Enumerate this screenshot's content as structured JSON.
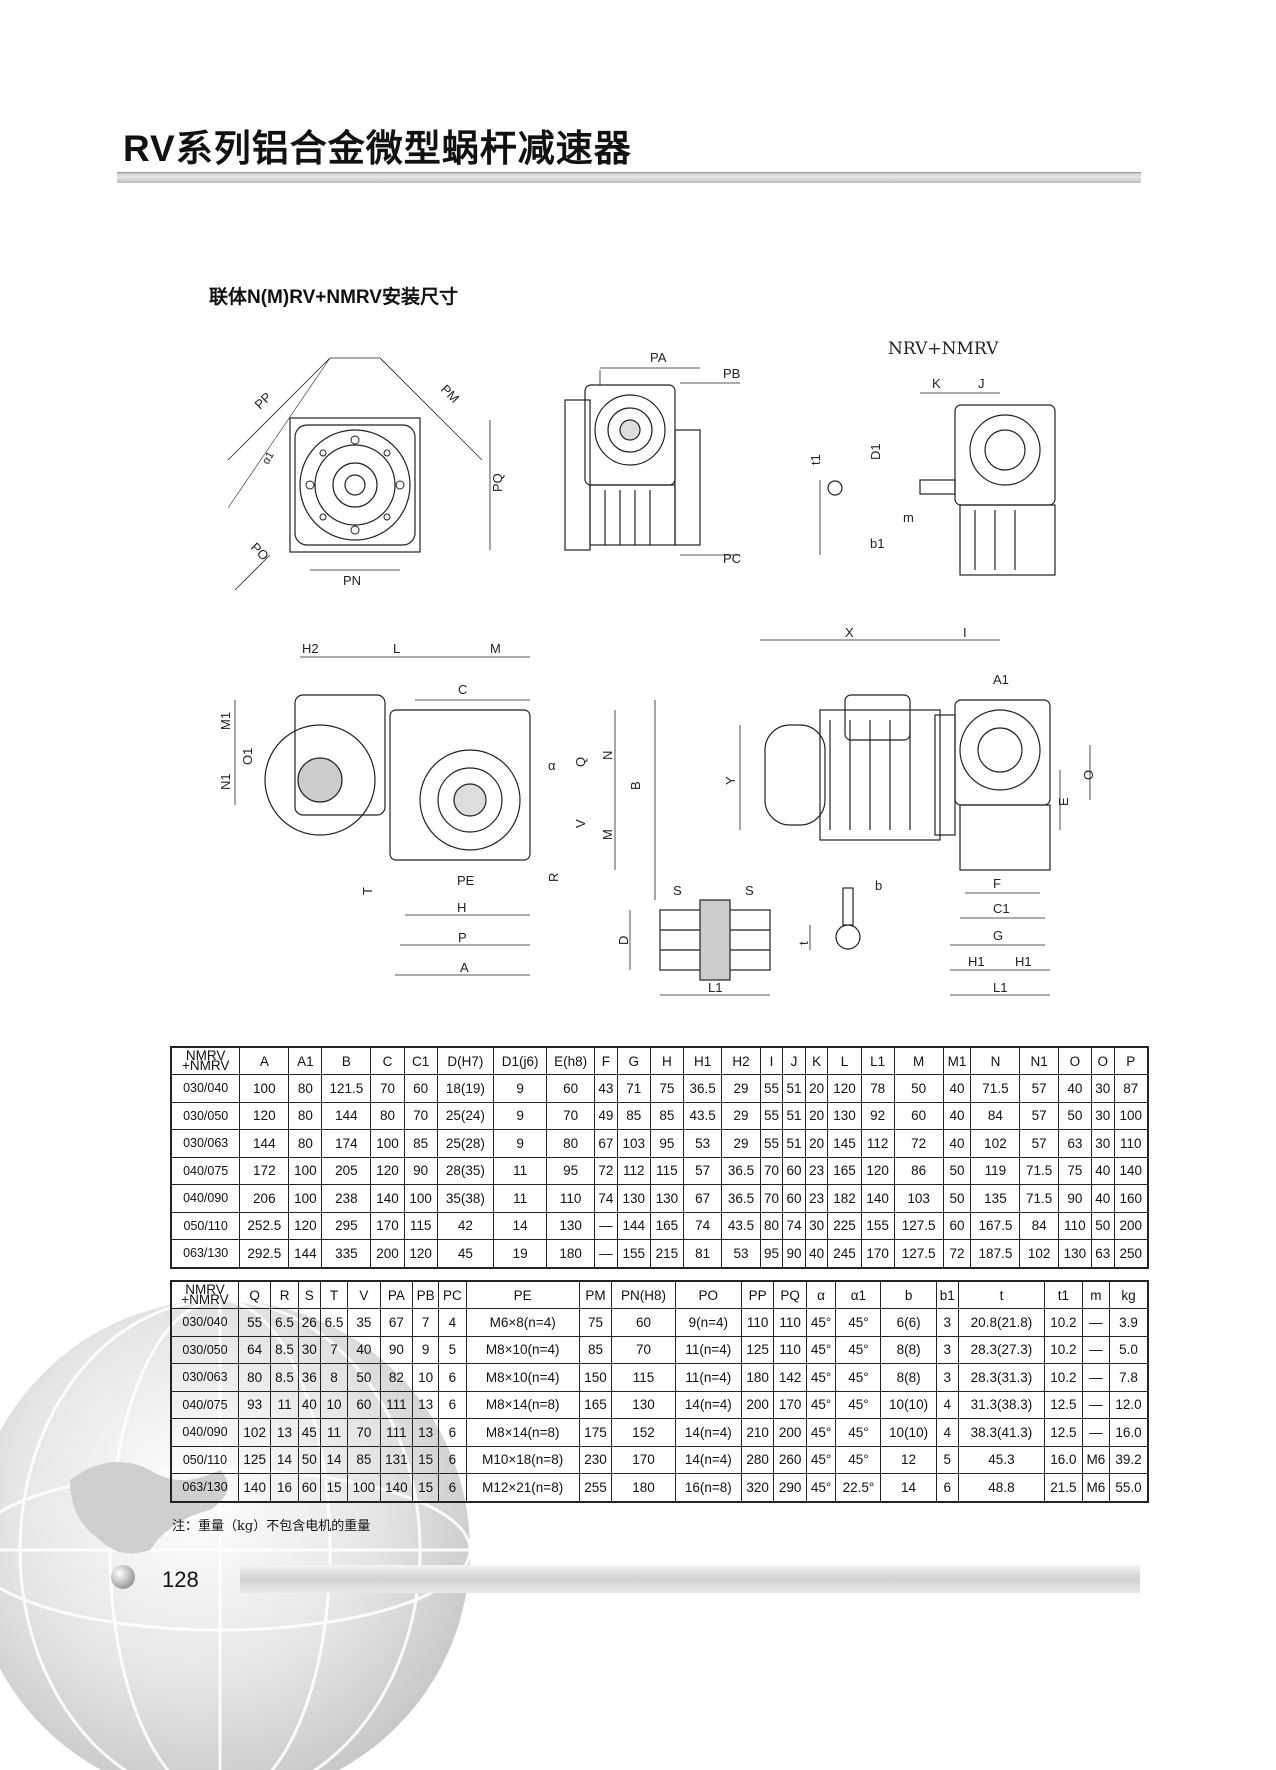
{
  "page": {
    "title": "RV系列铝合金微型蜗杆减速器",
    "subtitle": "联体N(M)RV+NMRV安装尺寸",
    "note": "注：重量（kg）不包含电机的重量",
    "page_number": "128"
  },
  "drawing_labels": {
    "nrv_title": "NRV+NMRV",
    "PP": "PP",
    "PM": "PM",
    "PQ": "PQ",
    "PO": "PO",
    "PN": "PN",
    "alpha1": "α1",
    "PA": "PA",
    "PB": "PB",
    "PC": "PC",
    "K": "K",
    "J": "J",
    "t1": "t1",
    "D1": "D1",
    "m": "m",
    "b1": "b1",
    "H2": "H2",
    "L": "L",
    "M": "M",
    "C": "C",
    "M1": "M1",
    "O1": "O1",
    "N1": "N1",
    "Q": "Q",
    "N": "N",
    "B": "B",
    "V": "V",
    "alpha": "α",
    "R": "R",
    "T": "T",
    "PE": "PE",
    "H": "H",
    "P": "P",
    "A": "A",
    "X": "X",
    "I": "I",
    "A1": "A1",
    "Y": "Y",
    "O": "O",
    "E": "E",
    "F": "F",
    "C1": "C1",
    "G": "G",
    "H1a": "H1",
    "H1b": "H1",
    "L1": "L1",
    "S1": "S",
    "S2": "S",
    "D": "D",
    "L1b": "L1",
    "b": "b",
    "t": "t"
  },
  "table1": {
    "headers": [
      "NMRV +NMRV",
      "A",
      "A1",
      "B",
      "C",
      "C1",
      "D(H7)",
      "D1(j6)",
      "E(h8)",
      "F",
      "G",
      "H",
      "H1",
      "H2",
      "I",
      "J",
      "K",
      "L",
      "L1",
      "M",
      "M1",
      "N",
      "N1",
      "O",
      "O",
      "P"
    ],
    "rows": [
      [
        "030/040",
        "100",
        "80",
        "121.5",
        "70",
        "60",
        "18(19)",
        "9",
        "60",
        "43",
        "71",
        "75",
        "36.5",
        "29",
        "55",
        "51",
        "20",
        "120",
        "78",
        "50",
        "40",
        "71.5",
        "57",
        "40",
        "30",
        "87"
      ],
      [
        "030/050",
        "120",
        "80",
        "144",
        "80",
        "70",
        "25(24)",
        "9",
        "70",
        "49",
        "85",
        "85",
        "43.5",
        "29",
        "55",
        "51",
        "20",
        "130",
        "92",
        "60",
        "40",
        "84",
        "57",
        "50",
        "30",
        "100"
      ],
      [
        "030/063",
        "144",
        "80",
        "174",
        "100",
        "85",
        "25(28)",
        "9",
        "80",
        "67",
        "103",
        "95",
        "53",
        "29",
        "55",
        "51",
        "20",
        "145",
        "112",
        "72",
        "40",
        "102",
        "57",
        "63",
        "30",
        "110"
      ],
      [
        "040/075",
        "172",
        "100",
        "205",
        "120",
        "90",
        "28(35)",
        "11",
        "95",
        "72",
        "112",
        "115",
        "57",
        "36.5",
        "70",
        "60",
        "23",
        "165",
        "120",
        "86",
        "50",
        "119",
        "71.5",
        "75",
        "40",
        "140"
      ],
      [
        "040/090",
        "206",
        "100",
        "238",
        "140",
        "100",
        "35(38)",
        "11",
        "110",
        "74",
        "130",
        "130",
        "67",
        "36.5",
        "70",
        "60",
        "23",
        "182",
        "140",
        "103",
        "50",
        "135",
        "71.5",
        "90",
        "40",
        "160"
      ],
      [
        "050/110",
        "252.5",
        "120",
        "295",
        "170",
        "115",
        "42",
        "14",
        "130",
        "—",
        "144",
        "165",
        "74",
        "43.5",
        "80",
        "74",
        "30",
        "225",
        "155",
        "127.5",
        "60",
        "167.5",
        "84",
        "110",
        "50",
        "200"
      ],
      [
        "063/130",
        "292.5",
        "144",
        "335",
        "200",
        "120",
        "45",
        "19",
        "180",
        "—",
        "155",
        "215",
        "81",
        "53",
        "95",
        "90",
        "40",
        "245",
        "170",
        "127.5",
        "72",
        "187.5",
        "102",
        "130",
        "63",
        "250"
      ]
    ]
  },
  "table2": {
    "headers": [
      "NMRV +NMRV",
      "Q",
      "R",
      "S",
      "T",
      "V",
      "PA",
      "PB",
      "PC",
      "PE",
      "PM",
      "PN(H8)",
      "PO",
      "PP",
      "PQ",
      "α",
      "α1",
      "b",
      "b1",
      "t",
      "t1",
      "m",
      "kg"
    ],
    "rows": [
      [
        "030/040",
        "55",
        "6.5",
        "26",
        "6.5",
        "35",
        "67",
        "7",
        "4",
        "M6×8(n=4)",
        "75",
        "60",
        "9(n=4)",
        "110",
        "110",
        "45°",
        "45°",
        "6(6)",
        "3",
        "20.8(21.8)",
        "10.2",
        "—",
        "3.9"
      ],
      [
        "030/050",
        "64",
        "8.5",
        "30",
        "7",
        "40",
        "90",
        "9",
        "5",
        "M8×10(n=4)",
        "85",
        "70",
        "11(n=4)",
        "125",
        "110",
        "45°",
        "45°",
        "8(8)",
        "3",
        "28.3(27.3)",
        "10.2",
        "—",
        "5.0"
      ],
      [
        "030/063",
        "80",
        "8.5",
        "36",
        "8",
        "50",
        "82",
        "10",
        "6",
        "M8×10(n=4)",
        "150",
        "115",
        "11(n=4)",
        "180",
        "142",
        "45°",
        "45°",
        "8(8)",
        "3",
        "28.3(31.3)",
        "10.2",
        "—",
        "7.8"
      ],
      [
        "040/075",
        "93",
        "11",
        "40",
        "10",
        "60",
        "111",
        "13",
        "6",
        "M8×14(n=8)",
        "165",
        "130",
        "14(n=4)",
        "200",
        "170",
        "45°",
        "45°",
        "10(10)",
        "4",
        "31.3(38.3)",
        "12.5",
        "—",
        "12.0"
      ],
      [
        "040/090",
        "102",
        "13",
        "45",
        "11",
        "70",
        "111",
        "13",
        "6",
        "M8×14(n=8)",
        "175",
        "152",
        "14(n=4)",
        "210",
        "200",
        "45°",
        "45°",
        "10(10)",
        "4",
        "38.3(41.3)",
        "12.5",
        "—",
        "16.0"
      ],
      [
        "050/110",
        "125",
        "14",
        "50",
        "14",
        "85",
        "131",
        "15",
        "6",
        "M10×18(n=8)",
        "230",
        "170",
        "14(n=4)",
        "280",
        "260",
        "45°",
        "45°",
        "12",
        "5",
        "45.3",
        "16.0",
        "M6",
        "39.2"
      ],
      [
        "063/130",
        "140",
        "16",
        "60",
        "15",
        "100",
        "140",
        "15",
        "6",
        "M12×21(n=8)",
        "255",
        "180",
        "16(n=8)",
        "320",
        "290",
        "45°",
        "22.5°",
        "14",
        "6",
        "48.8",
        "21.5",
        "M6",
        "55.0"
      ]
    ]
  }
}
